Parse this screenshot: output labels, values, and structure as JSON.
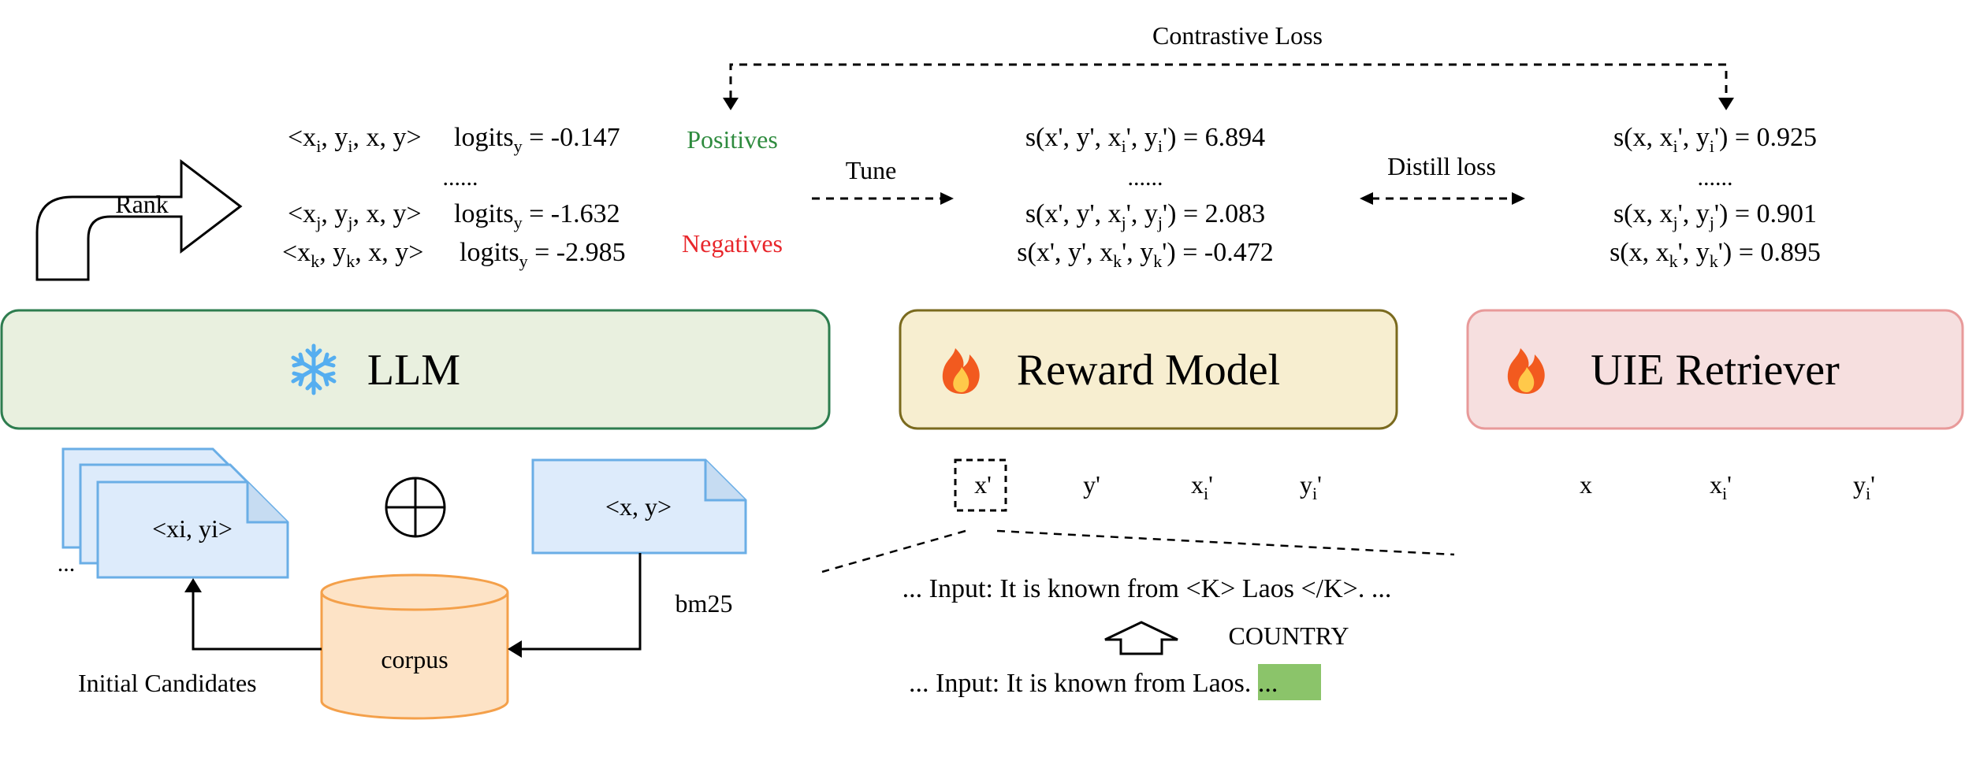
{
  "top": {
    "contrastive_loss": "Contrastive Loss",
    "rank": "Rank",
    "tune": "Tune",
    "distill_loss": "Distill loss",
    "positives": "Positives",
    "negatives": "Negatives"
  },
  "llm_scores": {
    "row1": {
      "pair": "<x",
      "sub_a": "i",
      "mid": ", y",
      "sub_b": "i",
      "tail": ", x, y>",
      "logit": "logits",
      "logit_sub": "y",
      "value": " = -0.147"
    },
    "dots": "......",
    "row2": {
      "pair": "<x",
      "sub_a": "j",
      "mid": ", y",
      "sub_b": "j",
      "tail": ", x, y>",
      "logit": "logits",
      "logit_sub": "y",
      "value": " = -1.632"
    },
    "row3": {
      "pair": "<x",
      "sub_a": "k",
      "mid": ", y",
      "sub_b": "k",
      "tail": ", x, y>",
      "logit": "logits",
      "logit_sub": "y",
      "value": " = -2.985"
    }
  },
  "reward_scores": {
    "row1": {
      "pre": "s(x', y', x",
      "sub_a": "i",
      "mid": "', y",
      "sub_b": "i",
      "post": "') = 6.894"
    },
    "dots": "......",
    "row2": {
      "pre": "s(x', y', x",
      "sub_a": "j",
      "mid": "', y",
      "sub_b": "j",
      "post": "') = 2.083"
    },
    "row3": {
      "pre": "s(x', y', x",
      "sub_a": "k",
      "mid": "', y",
      "sub_b": "k",
      "post": "') = -0.472"
    }
  },
  "retriever_scores": {
    "row1": {
      "pre": "s(x, x",
      "sub_a": "i",
      "mid": "', y",
      "sub_b": "i",
      "post": "') = 0.925"
    },
    "dots": "......",
    "row2": {
      "pre": "s(x, x",
      "sub_a": "j",
      "mid": "', y",
      "sub_b": "j",
      "post": "') = 0.901"
    },
    "row3": {
      "pre": "s(x, x",
      "sub_a": "k",
      "mid": "', y",
      "sub_b": "k",
      "post": "') = 0.895"
    }
  },
  "modules": {
    "llm": {
      "label": "LLM",
      "icon": "snowflake-icon",
      "fill": "#e9f0df",
      "stroke": "#2e7d4f"
    },
    "reward": {
      "label": "Reward Model",
      "icon": "fire-icon",
      "fill": "#f7eed0",
      "stroke": "#7a6a1e"
    },
    "retriever": {
      "label": "UIE Retriever",
      "icon": "fire-icon",
      "fill": "#f6dfdf",
      "stroke": "#e89a9a"
    }
  },
  "reward_inputs": {
    "x": "x'",
    "y": "y'",
    "xi": "x",
    "xi_sub": "i",
    "xi_post": "'",
    "yi": "y",
    "yi_sub": "i",
    "yi_post": "'"
  },
  "retriever_inputs": {
    "x": "x",
    "xi": "x",
    "xi_sub": "i",
    "xi_post": "'",
    "yi": "y",
    "yi_sub": "i",
    "yi_post": "'"
  },
  "bottom_left": {
    "candidate_doc": "<xi, yi>",
    "query_doc": "<x, y>",
    "corpus": "corpus",
    "bm25": "bm25",
    "initial_candidates": "Initial Candidates",
    "stack_dots": "..."
  },
  "example": {
    "marked_input": "... Input: It is known from <K> Laos </K>. ...",
    "country": "COUNTRY",
    "raw_pre": "... Input: It is known from ",
    "raw_entity": "Laos",
    "raw_post": ". ..."
  },
  "colors": {
    "positives": "#2e8b3e",
    "negatives": "#e8262b",
    "doc_fill": "#ddebfb",
    "doc_stroke": "#6aaee6",
    "corpus_fill": "#fde3c6",
    "corpus_stroke": "#f4a04a",
    "highlight": "#8bc46a",
    "snowflake": "#55aef0",
    "fire": "#f25a1f"
  }
}
